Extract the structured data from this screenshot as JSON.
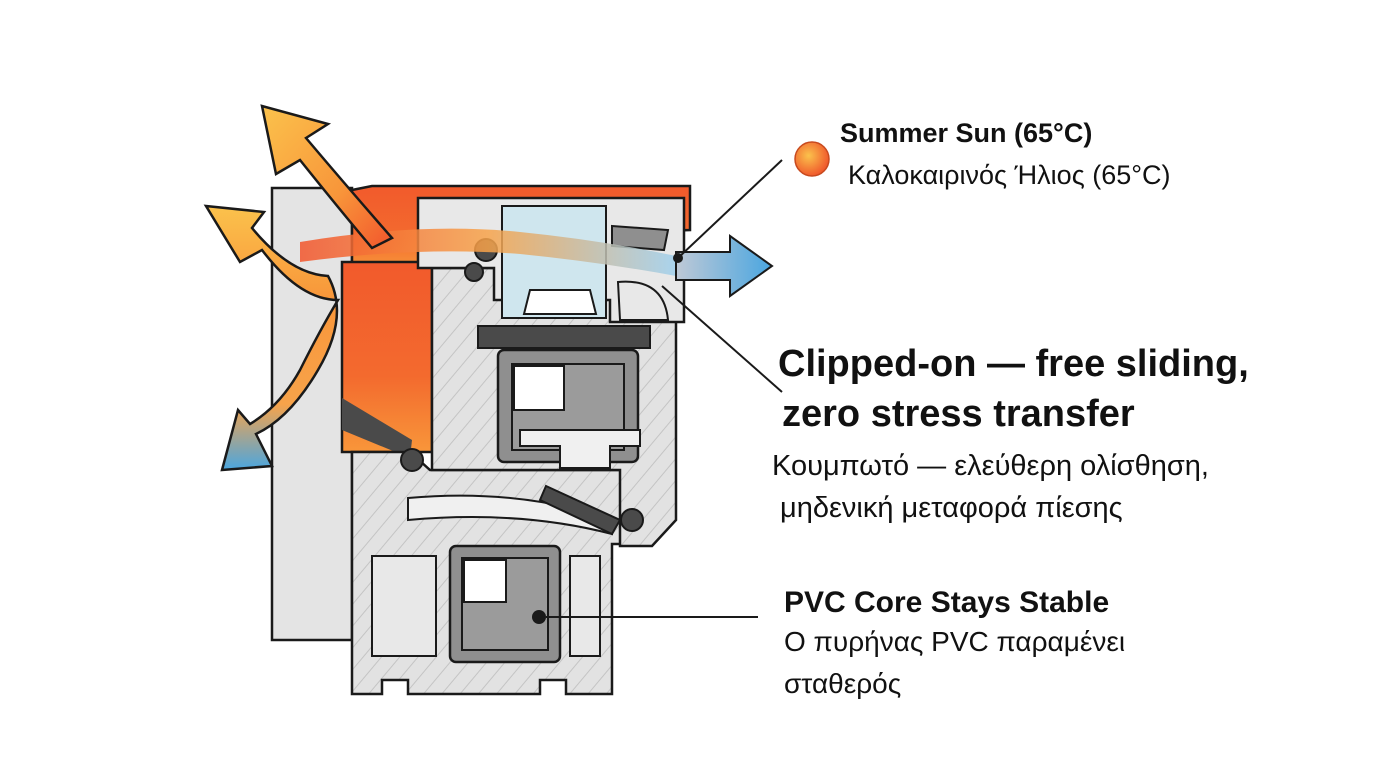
{
  "colors": {
    "heat_hot": "#f2552c",
    "heat_warm": "#f8963a",
    "heat_yellow": "#fbc24c",
    "cool_blue": "#4aa6e0",
    "frame_fill": "#dedede",
    "frame_stroke": "#1a1a1a",
    "reinforcement": "#8f8f8f",
    "gasket": "#4a4a4a",
    "glass_tint": "#cfe6ee",
    "sun_icon": "#f07a32"
  },
  "callouts": {
    "sun": {
      "label_en": "Summer Sun (65°C)",
      "label_gr": "Καλοκαιρινός Ήλιος (65°C)"
    },
    "clip": {
      "label_en_line1": "Clipped-on — free sliding,",
      "label_en_line2": "zero stress transfer",
      "label_gr_line1": "Κουμπωτό — ελεύθερη ολίσθηση,",
      "label_gr_line2": "μηδενική μεταφορά πίεσης"
    },
    "core": {
      "label_en": "PVC Core Stays Stable",
      "label_gr_line1": "Ο πυρήνας PVC παραμένει",
      "label_gr_line2": "σταθερός"
    }
  },
  "icons": {
    "sun": "sun-icon",
    "heat_arrows": "heat-flow-arrow",
    "outflow_arrow": "heat-outflow-arrow"
  }
}
